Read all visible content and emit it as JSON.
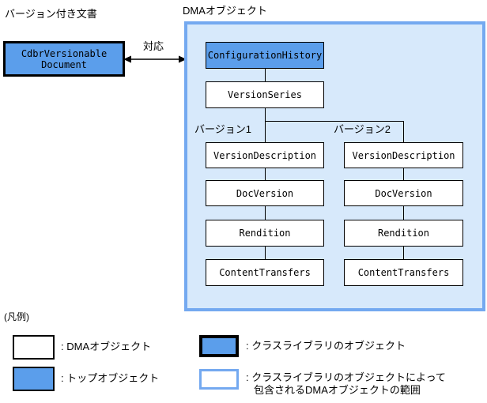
{
  "title_left": "バージョン付き文書",
  "source_box": {
    "line1": "CdbrVersionable",
    "line2": "Document"
  },
  "relation": {
    "label": "対応"
  },
  "dma": {
    "title": "DMAオブジェクト",
    "config_history": "ConfigurationHistory",
    "version_series": "VersionSeries",
    "branches": [
      {
        "label": "バージョン1",
        "chain": [
          "VersionDescription",
          "DocVersion",
          "Rendition",
          "ContentTransfers"
        ]
      },
      {
        "label": "バージョン2",
        "chain": [
          "VersionDescription",
          "DocVersion",
          "Rendition",
          "ContentTransfers"
        ]
      }
    ]
  },
  "legend": {
    "title": "(凡例)",
    "items": [
      {
        "label": ": DMAオブジェクト"
      },
      {
        "label": ": トップオブジェクト"
      },
      {
        "label": ": クラスライブラリのオブジェクト"
      },
      {
        "label": ": クラスライブラリのオブジェクトによって",
        "label2": "包含されるDMAオブジェクトの範囲"
      }
    ]
  },
  "colors": {
    "object_blue": "#5B9EEB",
    "container_fill": "#D7E9FB",
    "container_border": "#74A9F0",
    "line_black": "#000000"
  }
}
